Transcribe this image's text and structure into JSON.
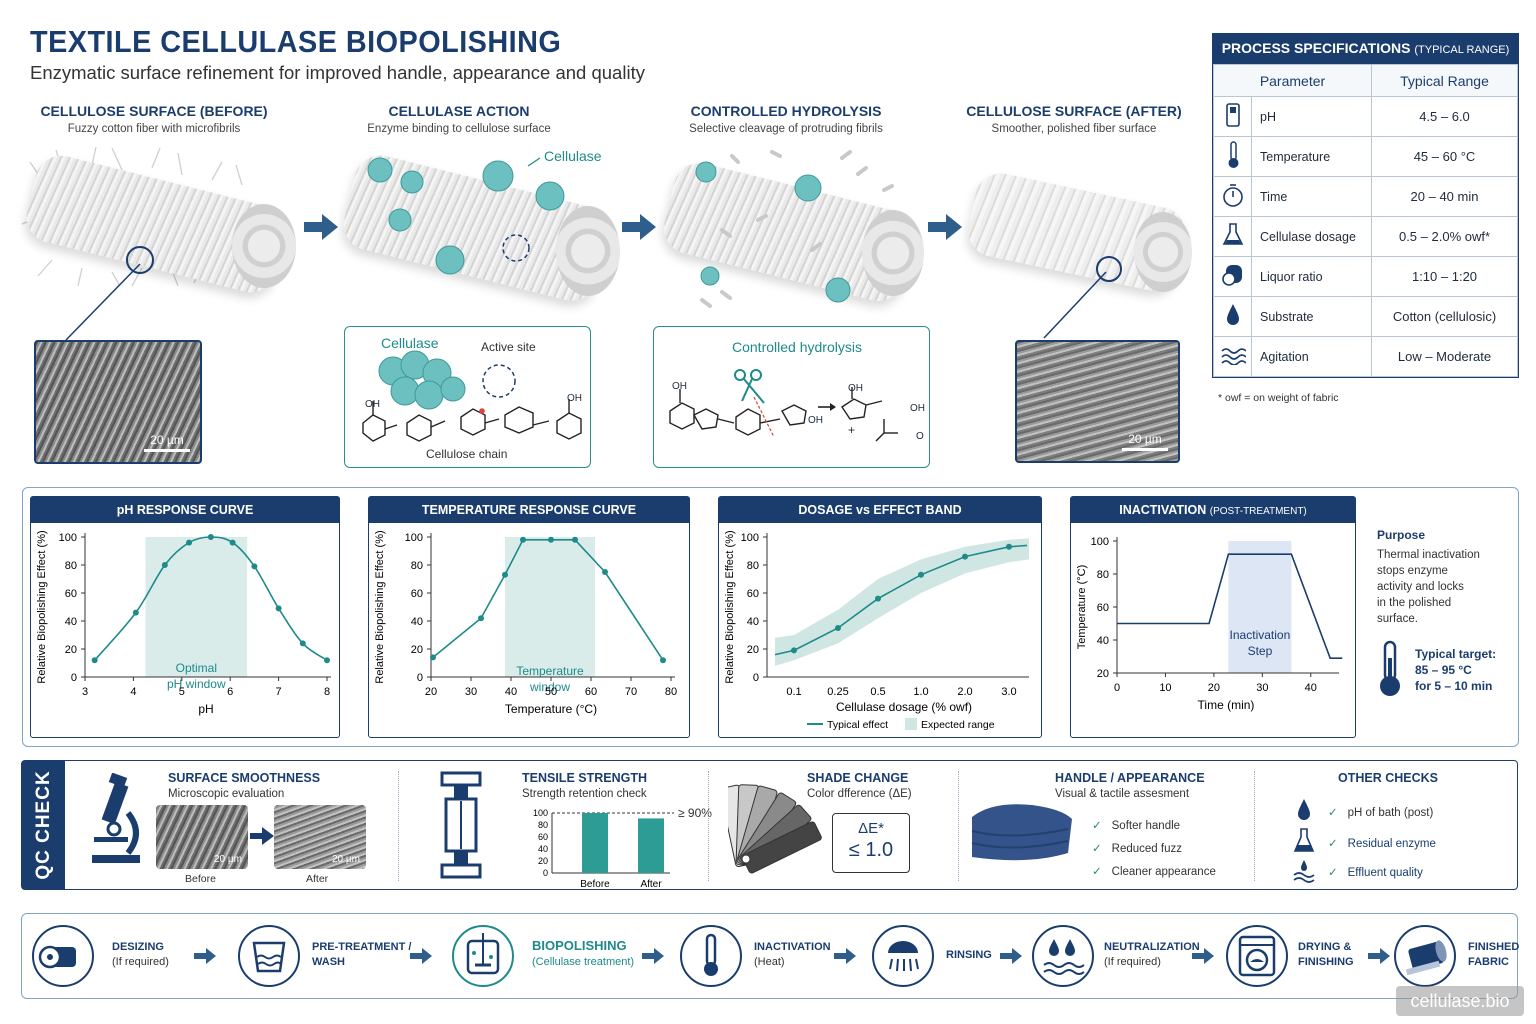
{
  "header": {
    "title": "TEXTILE CELLULASE BIOPOLISHING",
    "subtitle": "Enzymatic surface refinement for improved handle, appearance and quality"
  },
  "stages": [
    {
      "title": "CELLULOSE SURFACE (BEFORE)",
      "sub": "Fuzzy cotton fiber with microfibrils"
    },
    {
      "title": "CELLULASE ACTION",
      "sub": "Enzyme binding to cellulose surface"
    },
    {
      "title": "CONTROLLED HYDROLYSIS",
      "sub": "Selective cleavage of protruding fibrils"
    },
    {
      "title": "CELLULOSE SURFACE (AFTER)",
      "sub": "Smoother, polished fiber surface"
    }
  ],
  "labels": {
    "cellulase": "Cellulase",
    "active_site": "Active site",
    "cellulose_chain": "Cellulose chain",
    "controlled_hydrolysis": "Controlled hydrolysis",
    "scale_bar": "20 µm",
    "oh": "OH",
    "o": "O",
    "plus": "+"
  },
  "spec": {
    "title": "PROCESS SPECIFICATIONS",
    "title_note": "(TYPICAL RANGE)",
    "col_param": "Parameter",
    "col_range": "Typical Range",
    "rows": [
      {
        "icon": "ph-meter-icon",
        "param": "pH",
        "range": "4.5 – 6.0"
      },
      {
        "icon": "thermometer-icon",
        "param": "Temperature",
        "range": "45 – 60 °C"
      },
      {
        "icon": "stopwatch-icon",
        "param": "Time",
        "range": "20 – 40 min"
      },
      {
        "icon": "flask-icon",
        "param": "Cellulase dosage",
        "range": "0.5 – 2.0% owf*"
      },
      {
        "icon": "liquor-icon",
        "param": "Liquor ratio",
        "range": "1:10 – 1:20"
      },
      {
        "icon": "drop-icon",
        "param": "Substrate",
        "range": "Cotton (cellulosic)"
      },
      {
        "icon": "waves-icon",
        "param": "Agitation",
        "range": "Low – Moderate"
      }
    ],
    "footnote": "* owf = on weight of fabric"
  },
  "chart_data": [
    {
      "type": "line",
      "title": "pH RESPONSE CURVE",
      "xlabel": "pH",
      "ylabel": "Relative Biopolishing Effect (%)",
      "xlim": [
        3,
        8
      ],
      "ylim": [
        0,
        100
      ],
      "xticks": [
        3,
        4,
        5,
        6,
        7,
        8
      ],
      "yticks": [
        0,
        20,
        40,
        60,
        80,
        100
      ],
      "band": {
        "from": 4.25,
        "to": 6.35,
        "label_1": "Optimal",
        "label_2": "pH window"
      },
      "x": [
        3.2,
        4.05,
        4.65,
        5.15,
        5.6,
        6.05,
        6.5,
        7.0,
        7.5,
        8.0
      ],
      "y": [
        12,
        46,
        80,
        96,
        100,
        96,
        79,
        49,
        24,
        12
      ]
    },
    {
      "type": "line",
      "title": "TEMPERATURE RESPONSE CURVE",
      "xlabel": "Temperature (°C)",
      "ylabel": "Relative Biopolishing Effect (%)",
      "xlim": [
        20,
        80
      ],
      "ylim": [
        0,
        100
      ],
      "xticks": [
        20,
        30,
        40,
        50,
        60,
        70,
        80
      ],
      "yticks": [
        0,
        20,
        40,
        60,
        80,
        100
      ],
      "band": {
        "from": 38.5,
        "to": 61,
        "label_1": "Temperature",
        "label_2": "window"
      },
      "x": [
        20.5,
        32.5,
        38.5,
        43,
        50,
        56,
        63.5,
        78
      ],
      "y": [
        14,
        42,
        73,
        98,
        98,
        98,
        75,
        12
      ]
    },
    {
      "type": "area",
      "title": "DOSAGE vs EFFECT BAND",
      "xlabel": "Cellulase dosage (% owf)",
      "ylabel": "Relative Biopolishing Effect (%)",
      "ylim": [
        0,
        100
      ],
      "categories": [
        "0.1",
        "0.25",
        "0.5",
        "1.0",
        "2.0",
        "3.0"
      ],
      "yticks": [
        0,
        20,
        40,
        60,
        80,
        100
      ],
      "series": [
        {
          "name": "Typical effect",
          "points": [
            [
              0.1,
              19
            ],
            [
              0.25,
              35
            ],
            [
              0.5,
              56
            ],
            [
              1.0,
              73
            ],
            [
              2.0,
              86
            ],
            [
              3.0,
              93
            ]
          ]
        }
      ],
      "legend": [
        "Typical effect",
        "Expected range"
      ]
    },
    {
      "type": "line",
      "title": "INACTIVATION",
      "title_note": "(POST-TREATMENT)",
      "xlabel": "Time (min)",
      "ylabel": "Temperature (°C)",
      "xlim": [
        0,
        45
      ],
      "ylim": [
        20,
        100
      ],
      "xticks": [
        0,
        10,
        20,
        30,
        40
      ],
      "yticks": [
        20,
        40,
        60,
        80,
        100
      ],
      "band": {
        "from": 23,
        "to": 36,
        "label_1": "Inactivation",
        "label_2": "Step"
      },
      "x": [
        0,
        19,
        23,
        36,
        44,
        46.5
      ],
      "y": [
        50,
        50,
        92,
        92,
        29,
        29
      ]
    }
  ],
  "inactivation_notes": {
    "purpose_title": "Purpose",
    "purpose_lines": [
      "Thermal inactivation",
      "stops enzyme",
      "activity and locks",
      "in the polished",
      "surface."
    ],
    "target_title": "Typical target:",
    "target_1": "85 – 95 °C",
    "target_2": "for 5 – 10 min"
  },
  "qc": {
    "side_label": "QC CHECK",
    "smoothness": {
      "title": "SURFACE  SMOOTHNESS",
      "sub": "Microscopic evaluation",
      "before": "Before",
      "after": "After"
    },
    "tensile": {
      "title": "TENSILE STRENGTH",
      "sub": "Strength retention check",
      "target": "≥ 90%",
      "yticks": [
        "100",
        "80",
        "60",
        "40",
        "20",
        "0"
      ],
      "before": "Before",
      "after": "After",
      "values": [
        100,
        91
      ]
    },
    "shade": {
      "title": "SHADE CHANGE",
      "sub": "Color dfference (ΔE)",
      "de_label": "ΔE*",
      "de_value": "≤ 1.0"
    },
    "handle": {
      "title": "HANDLE / APPEARANCE",
      "sub": "Visual & tactile assesment",
      "checks": [
        "Softer handle",
        "Reduced fuzz",
        "Cleaner appearance"
      ]
    },
    "other": {
      "title": "OTHER CHECKS",
      "checks": [
        "pH of bath (post)",
        "Residual enzyme",
        "Effluent quality"
      ]
    }
  },
  "flow": [
    {
      "title": "DESIZING",
      "sub": "(If required)"
    },
    {
      "title": "PRE-TREATMENT /",
      "title2": "WASH"
    },
    {
      "title": "BIOPOLISHING",
      "sub": "(Cellulase treatment)"
    },
    {
      "title": "INACTIVATION",
      "sub": "(Heat)"
    },
    {
      "title": "RINSING"
    },
    {
      "title": "NEUTRALIZATION",
      "sub": "(If required)"
    },
    {
      "title": "DRYING &",
      "title2": "FINISHING"
    },
    {
      "title": "FINISHED",
      "title2": "FABRIC"
    }
  ],
  "watermark": "cellulase.bio",
  "colors": {
    "navy": "#1b3d6e",
    "teal": "#1e8a8a",
    "band": "#d9ece9"
  }
}
